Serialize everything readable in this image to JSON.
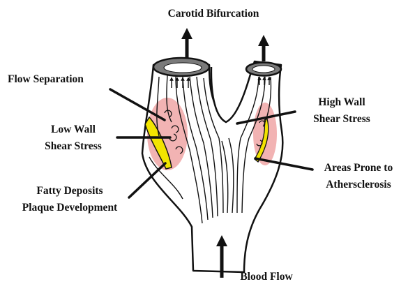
{
  "title": "Carotid Bifurcation",
  "labels": {
    "flow_separation": "Flow Separation",
    "low_wall_shear": [
      "Low Wall",
      "Shear Stress"
    ],
    "fatty_deposits": [
      "Fatty Deposits",
      "Plaque Development"
    ],
    "high_wall_shear": [
      "High Wall",
      "Shear Stress"
    ],
    "areas_prone": [
      "Areas Prone to",
      "Athersclerosis"
    ],
    "blood_flow": "Blood Flow"
  },
  "colors": {
    "vessel_outline": "#111111",
    "vessel_fill": "#ffffff",
    "lumen_rim": "#7a7a7a",
    "inflamed_zone": "#f0a6a6",
    "plaque": "#f2e400",
    "text": "#111111"
  }
}
